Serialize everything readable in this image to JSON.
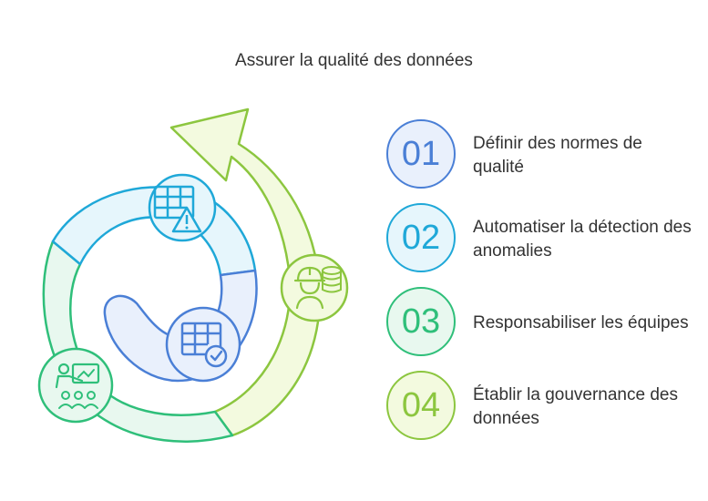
{
  "title": "Assurer la qualité des données",
  "steps": [
    {
      "number": "01",
      "label": "Définir des normes de qualité",
      "color": "#4a7fd6",
      "fill": "#e9f0fc"
    },
    {
      "number": "02",
      "label": "Automatiser la détection des anomalies",
      "color": "#1fa8d8",
      "fill": "#e6f6fc"
    },
    {
      "number": "03",
      "label": "Responsabiliser les équipes",
      "color": "#2fbf7a",
      "fill": "#e8f8ef"
    },
    {
      "number": "04",
      "label": "Établir la gouvernance des données",
      "color": "#8cc63f",
      "fill": "#f3fadf"
    }
  ],
  "icons": {
    "table_warning": "table-warning-icon",
    "table_check": "table-check-icon",
    "team_presentation": "team-presentation-icon",
    "engineer_database": "engineer-database-icon"
  }
}
